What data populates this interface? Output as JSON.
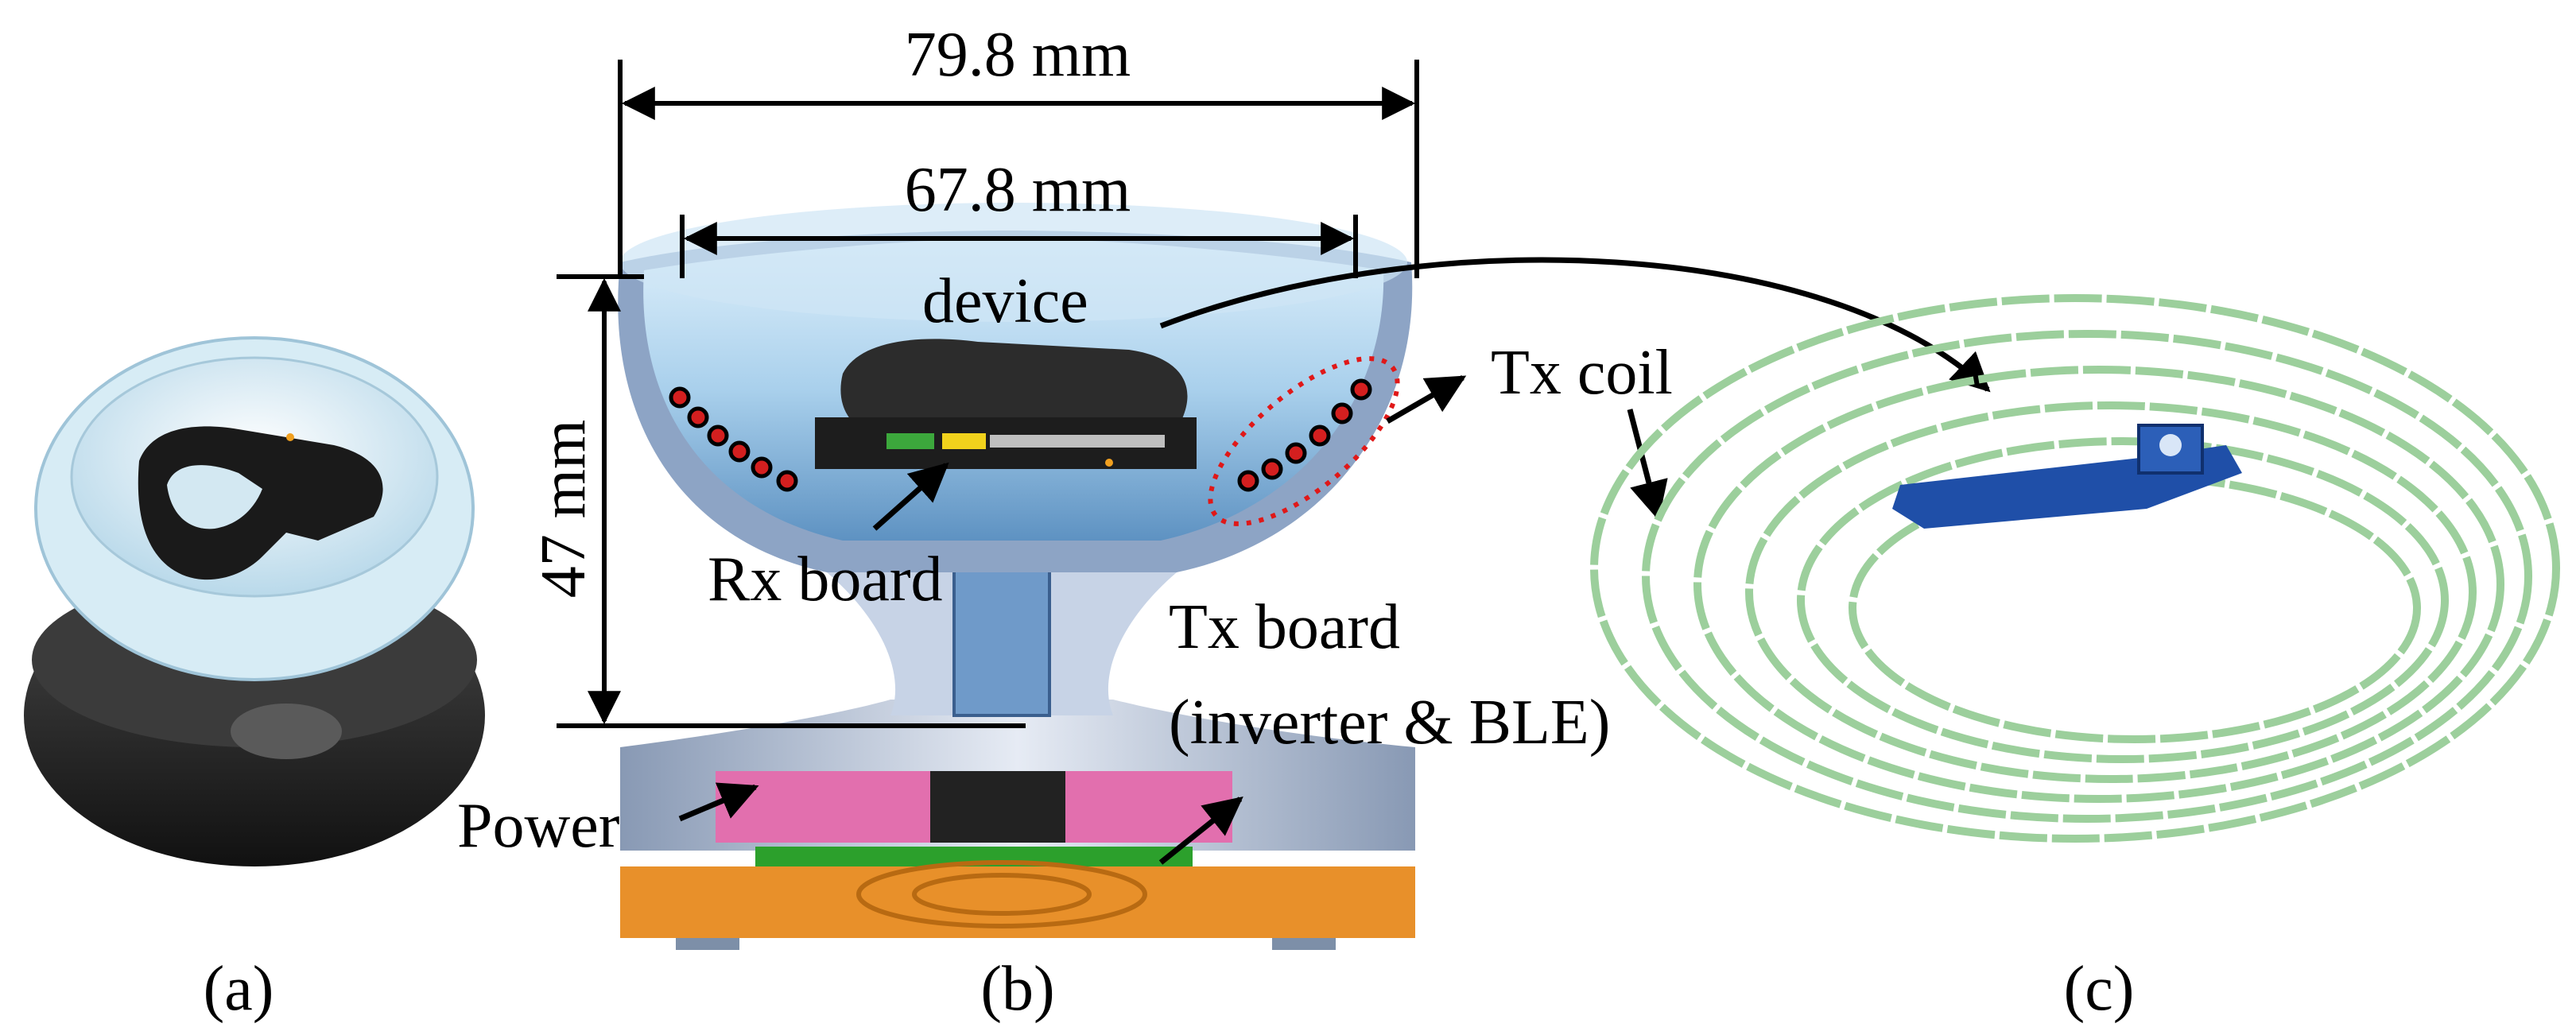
{
  "dimensions": {
    "outer_width": "79.8 mm",
    "inner_width": "67.8 mm",
    "height": "47 mm"
  },
  "labels": {
    "device": "device",
    "tx_coil": "Tx coil",
    "rx_board": "Rx board",
    "tx_board_line1": "Tx board",
    "tx_board_line2": "(inverter & BLE)",
    "power": "Power"
  },
  "panels": {
    "a": "(a)",
    "b": "(b)",
    "c": "(c)"
  },
  "colors": {
    "bowl_blue": "#a8cde8",
    "coil_green": "#9ccf9c",
    "board_blue": "#1f4fa8",
    "coil_dot_red": "#d41f1f",
    "base_orange": "#e8902a",
    "pink_cavity": "#e26fae",
    "dark_body": "#2a2a2a"
  }
}
